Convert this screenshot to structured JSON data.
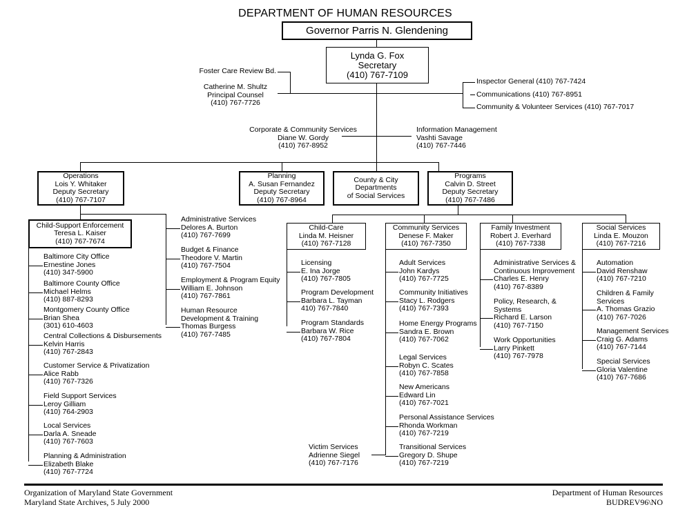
{
  "title": "DEPARTMENT OF HUMAN RESOURCES",
  "governor": "Governor Parris N. Glendening",
  "secretary": {
    "name": "Lynda G. Fox",
    "title": "Secretary",
    "phone": "(410) 767-7109"
  },
  "left_staff": {
    "foster": "Foster Care Review Bd.",
    "counsel": [
      "Catherine M. Shultz",
      "Principal Counsel",
      "(410) 767-7726"
    ]
  },
  "right_staff": [
    "Inspector General (410) 767-7424",
    "Communications (410) 767-8951",
    "Community & Volunteer Services (410) 767-7017"
  ],
  "corporate": [
    "Corporate & Community Services",
    "Diane W. Gordy",
    "(410) 767-8952"
  ],
  "info_mgmt": [
    "Information Management",
    "Vashti Savage",
    "(410) 767-7446"
  ],
  "divisions": {
    "operations": [
      "Operations",
      "Lois Y. Whitaker",
      "Deputy Secretary",
      "(410) 767-7107"
    ],
    "planning": [
      "Planning",
      "A. Susan Fernandez",
      "Deputy Secretary",
      "(410) 767-8964"
    ],
    "county": [
      "County & City",
      "Departments",
      "of Social Services"
    ],
    "programs": [
      "Programs",
      "Calvin D. Street",
      "Deputy Secretary",
      "(410) 767-7486"
    ]
  },
  "cse": {
    "box": [
      "Child-Support Enforcement",
      "Teresa L. Kaiser",
      "(410) 767-7674"
    ],
    "items": [
      [
        "Baltimore City Office",
        "Ernestine Jones",
        "(410) 347-5900"
      ],
      [
        "Baltimore County Office",
        "Michael Helms",
        "(410) 887-8293"
      ],
      [
        "Montgomery County Office",
        "Brian Shea",
        "(301) 610-4603"
      ],
      [
        "Central Collections & Disbursements",
        "Kelvin Harris",
        "(410) 767-2843"
      ],
      [
        "Customer Service & Privatization",
        "Alice Rabb",
        "(410) 767-7326"
      ],
      [
        "Field Support Services",
        "Leroy Gilliam",
        "(410) 764-2903"
      ],
      [
        "Local Services",
        "Darla A. Sneade",
        "(410) 767-7603"
      ],
      [
        "Planning & Administration",
        "Elizabeth Blake",
        "(410) 767-7724"
      ]
    ]
  },
  "ops_units": [
    [
      "Administrative Services",
      "Delores A. Burton",
      "(410) 767-7699"
    ],
    [
      "Budget & Finance",
      "Theodore V.  Martin",
      "(410) 767-7504"
    ],
    [
      "Employment & Program Equity",
      "William E. Johnson",
      "(410) 767-7861"
    ],
    [
      "Human Resource",
      "Development & Training",
      "Thomas Burgess",
      "(410) 767-7485"
    ]
  ],
  "childcare": {
    "box": [
      "Child-Care",
      "Linda M. Heisner",
      "(410) 767-7128"
    ],
    "items": [
      [
        "Licensing",
        "E. Ina Jorge",
        "(410) 767-7805"
      ],
      [
        "Program Development",
        "Barbara L. Tayman",
        "410) 767-7840"
      ],
      [
        "Program Standards",
        "Barbara W. Rice",
        "(410) 767-7804"
      ]
    ]
  },
  "community": {
    "box": [
      "Community Services",
      "Denese F. Maker",
      "(410) 767-7350"
    ],
    "items": [
      [
        "Adult Services",
        "John Kardys",
        "(410) 767-7725"
      ],
      [
        "Community Initiatives",
        "Stacy L. Rodgers",
        "(410) 767-7393"
      ],
      [
        "Home Energy Programs",
        "Sandra E. Brown",
        "(410) 767-7062"
      ],
      [
        "Legal Services",
        "Robyn C. Scates",
        "(410) 767-7858"
      ],
      [
        "New Americans",
        "Edward Lin",
        "(410) 767-7021"
      ],
      [
        "Personal Assistance Services",
        "Rhonda Workman",
        "(410) 767-7219"
      ],
      [
        "Transitional Services",
        "Gregory D. Shupe",
        "(410) 767-7219"
      ]
    ],
    "victim": [
      "Victim Services",
      "Adrienne Siegel",
      "(410) 767-7176"
    ]
  },
  "family": {
    "box": [
      "Family Investment",
      "Robert J. Everhard",
      "(410) 767-7338"
    ],
    "items": [
      [
        "Administrative Services &",
        "Continuous Improvement",
        "Charles E. Henry",
        "(410) 767-8389"
      ],
      [
        "Policy, Research, &",
        "Systems",
        "Richard E. Larson",
        "(410) 767-7150"
      ],
      [
        "Work Opportunities",
        "Larry Pinkett",
        "(410) 767-7978"
      ]
    ]
  },
  "social": {
    "box": [
      "Social Services",
      "Linda E. Mouzon",
      "(410) 767-7216"
    ],
    "items": [
      [
        "Automation",
        "David Renshaw",
        "(410) 767-7210"
      ],
      [
        "Children & Family",
        "Services",
        "A. Thomas Grazio",
        "(410) 767-7026"
      ],
      [
        "Management Services",
        "Craig G. Adams",
        "(410) 767-7144"
      ],
      [
        "Special Services",
        "Gloria Valentine",
        "(410) 767-7686"
      ]
    ]
  },
  "footer": {
    "left": [
      "Organization of Maryland State Government",
      "Maryland State Archives, 5 July 2000"
    ],
    "right": [
      "Department of Human Resources",
      "BUDREV96\\NO"
    ]
  }
}
